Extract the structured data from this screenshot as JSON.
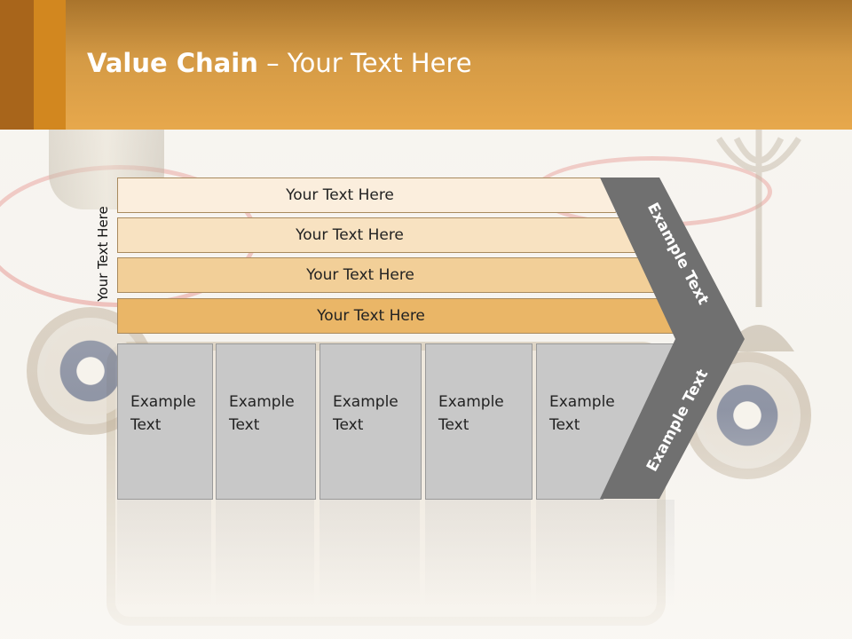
{
  "slide": {
    "title_bold": "Value Chain",
    "title_rest": " – Your Text Here",
    "vertical_label": "Your Text Here",
    "bars": [
      {
        "label": "Your Text Here",
        "color": "#fbeedd"
      },
      {
        "label": "Your Text Here",
        "color": "#f8e2c1"
      },
      {
        "label": "Your Text Here",
        "color": "#f2cf98"
      },
      {
        "label": "Your Text Here",
        "color": "#eab667"
      }
    ],
    "boxes": [
      {
        "line1": "Example",
        "line2": "Text"
      },
      {
        "line1": "Example",
        "line2": "Text"
      },
      {
        "line1": "Example",
        "line2": "Text"
      },
      {
        "line1": "Example",
        "line2": "Text"
      },
      {
        "line1": "Example",
        "line2": "Text"
      }
    ],
    "chevron_top_text": "Example Text",
    "chevron_bottom_text": "Example Text"
  }
}
